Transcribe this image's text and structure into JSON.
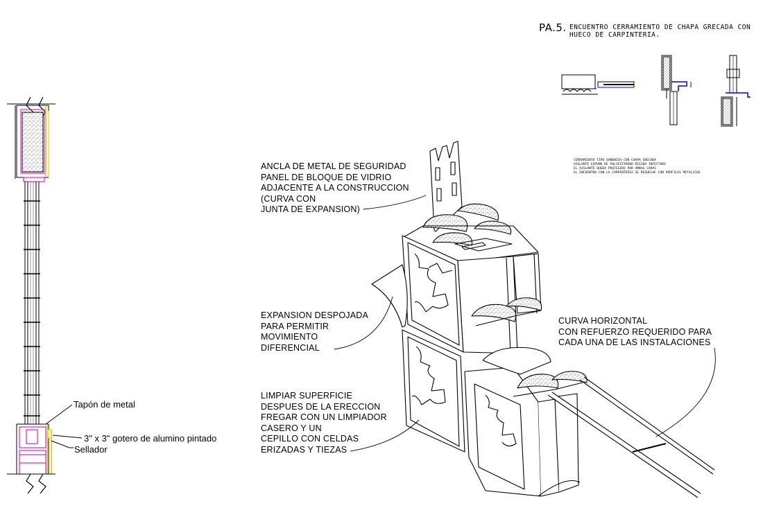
{
  "sheet": {
    "code": "PA.5.",
    "title_lines": [
      "ENCUENTRO CERRAMIENTO DE CHAPA GRECADA CON",
      "HUECO DE CARPINTERIA."
    ],
    "notes": [
      "CERRAMIENTO TIPO SANDWICH CON CHAPA GRECADA",
      "AISLANTE ESPUMA DE POLIESTIRENO RIGIDO INYECTADO",
      "EL AISLANTE QUEDA PROTEGIDO POR AMBAS CARAS",
      "EL ENCUENTRO CON LA CARPINTERIA SE RESUELVE CON PERFILES METALICOS"
    ]
  },
  "section_labels": {
    "cap": "Tapón de metal",
    "drip": "3\" x 3\" gotero de alumino pintado",
    "sealant": "Sellador"
  },
  "callouts": {
    "anchor": [
      "ANCLA DE METAL DE SEGURIDAD",
      "PANEL DE BLOQUE DE VIDRIO",
      "ADJACENTE A LA CONSTRUCCION",
      "(CURVA CON",
      "JUNTA DE EXPANSION)"
    ],
    "expansion": [
      "EXPANSION DESPOJADA",
      "PARA PERMITIR",
      "MOVIMIENTO",
      "DIFERENCIAL"
    ],
    "cleaning": [
      "LIMPIAR SUPERFICIE",
      "DESPUES DE LA ERECCION",
      "FREGAR CON UN LIMPIADOR",
      "CASERO Y UN",
      "CEPILLO CON CELDAS",
      "ERIZADAS Y TIEZAS"
    ],
    "horizontal": [
      "CURVA HORIZONTAL",
      "CON REFUERZO REQUERIDO PARA",
      "CADA UNA DE LAS INSTALACIONES"
    ]
  },
  "colors": {
    "line": "#000000",
    "magenta": "#c000c0",
    "yellow": "#d8c800",
    "blue": "#0000e0"
  }
}
